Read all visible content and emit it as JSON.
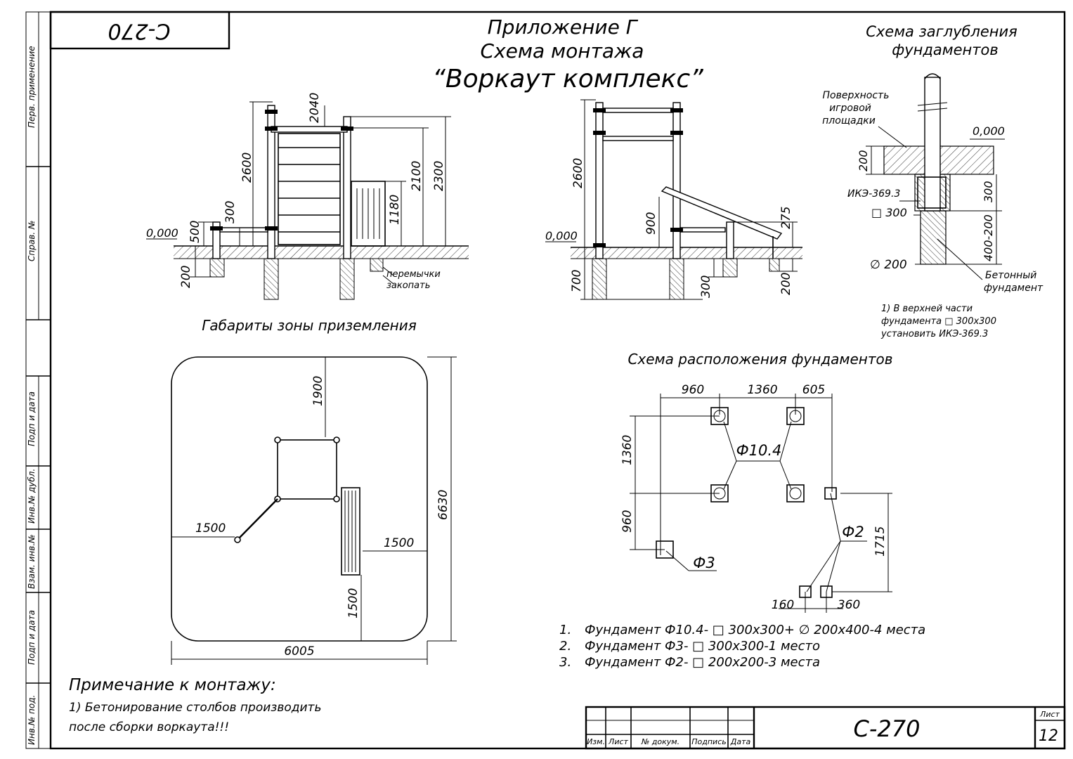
{
  "sheet": {
    "corner_code": "С-270",
    "title_lines": [
      "Приложение Г",
      "Схема монтажа",
      "“Воркаут комплекс”"
    ]
  },
  "side_stamps": [
    "Перв. применение",
    "Справ. №",
    "Подп и дата",
    "Инв.№ дубл.",
    "Взам. инв.№",
    "Подп и дата",
    "Инв.№ под."
  ],
  "elevation_left": {
    "zero_level": "0,000",
    "dims": [
      "2040",
      "2600",
      "2100",
      "2300",
      "1180",
      "300",
      "500",
      "200"
    ],
    "note_lines": [
      "перемычки",
      "закопать"
    ]
  },
  "elevation_right": {
    "zero_level": "0,000",
    "dims": [
      "2600",
      "900",
      "275",
      "700",
      "300",
      "200"
    ]
  },
  "foundation_depth": {
    "title_lines": [
      "Схема заглубления",
      "фундаментов"
    ],
    "surface_label_lines": [
      "Поверхность",
      "игровой",
      "площадки"
    ],
    "zero_level": "0,000",
    "dims": [
      "200",
      "300",
      "400-200"
    ],
    "ike_label": "ИКЭ-369.3",
    "square_label": "□ 300",
    "diameter_label": "∅ 200",
    "concrete_label_lines": [
      "Бетонный",
      "фундамент"
    ],
    "note_lines": [
      "1) В верхней части",
      "фундамента □ 300х300",
      "установить ИКЭ-369.3"
    ]
  },
  "landing_zone": {
    "title": "Габариты зоны приземления",
    "dims": {
      "top": "1900",
      "height": "6630",
      "left": "1500",
      "right": "1500",
      "bottom": "1500",
      "width": "6005"
    }
  },
  "foundation_layout": {
    "title": "Схема расположения фундаментов",
    "top_dims": [
      "960",
      "1360",
      "605"
    ],
    "left_dims": [
      "1360",
      "960"
    ],
    "right_dim": "1715",
    "bottom_dims": [
      "160",
      "360"
    ],
    "labels": {
      "f104": "Ф10.4",
      "f2": "Ф2",
      "f3": "Ф3"
    },
    "list": [
      {
        "num": "1.",
        "text": "Фундамент Ф10.4- □ 300х300+ ∅ 200х400-4 места"
      },
      {
        "num": "2.",
        "text": "Фундамент Ф3- □ 300х300-1 место"
      },
      {
        "num": "3.",
        "text": "Фундамент Ф2- □ 200х200-3 места"
      }
    ]
  },
  "note": {
    "title": "Примечание к монтажу:",
    "lines": [
      "1) Бетонирование столбов производить",
      "после сборки воркаута!!!"
    ]
  },
  "title_block": {
    "headers": [
      "Изм.",
      "Лист",
      "№ докум.",
      "Подпись",
      "Дата"
    ],
    "code": "С-270",
    "sheet_label": "Лист",
    "sheet_number": "12"
  }
}
